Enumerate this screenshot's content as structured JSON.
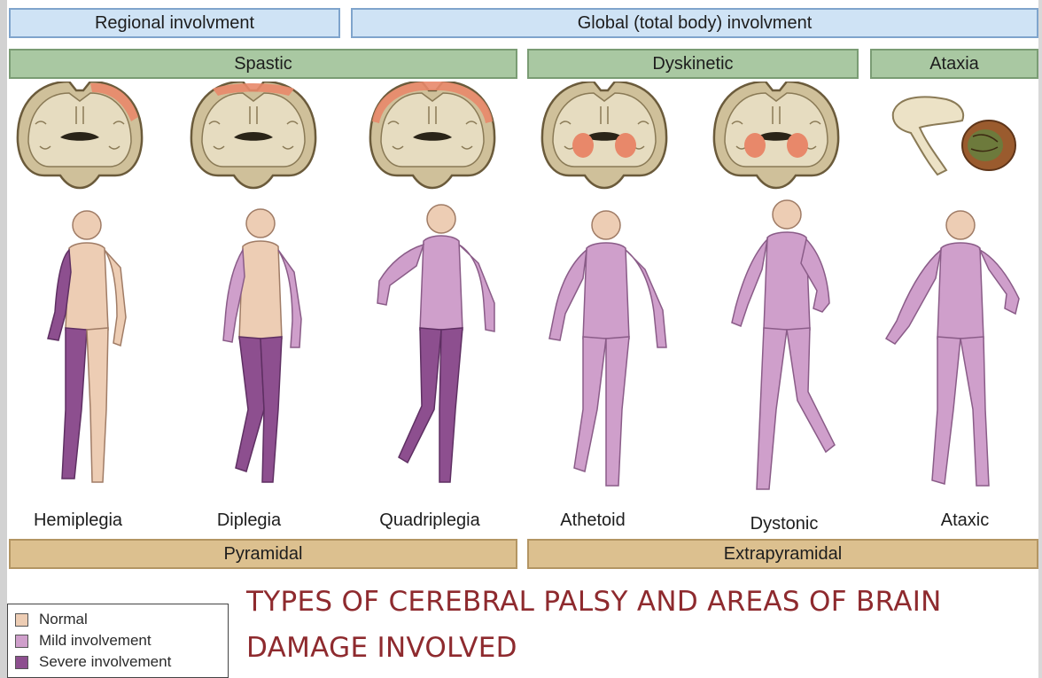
{
  "header": {
    "regional_label": "Regional involvment",
    "global_label": "Global (total body) involvment"
  },
  "categories": {
    "spastic": "Spastic",
    "dyskinetic": "Dyskinetic",
    "ataxia": "Ataxia"
  },
  "types": [
    {
      "name": "Hemiplegia"
    },
    {
      "name": "Diplegia"
    },
    {
      "name": "Quadriplegia"
    },
    {
      "name": "Athetoid"
    },
    {
      "name": "Dystonic"
    },
    {
      "name": "Ataxic"
    }
  ],
  "tracts": {
    "pyramidal": "Pyramidal",
    "extrapyramidal": "Extrapyramidal"
  },
  "legend": {
    "normal": "Normal",
    "mild": "Mild involvement",
    "severe": "Severe involvement"
  },
  "title": {
    "line1": "TYPES OF CEREBRAL PALSY AND AREAS OF BRAIN",
    "line2": "DAMAGE INVOLVED"
  },
  "colors": {
    "normal": "#edcdb4",
    "mild": "#cf9fcb",
    "severe": "#8d4f8f",
    "lesion": "#e8886a",
    "title": "#8e2a2e"
  }
}
